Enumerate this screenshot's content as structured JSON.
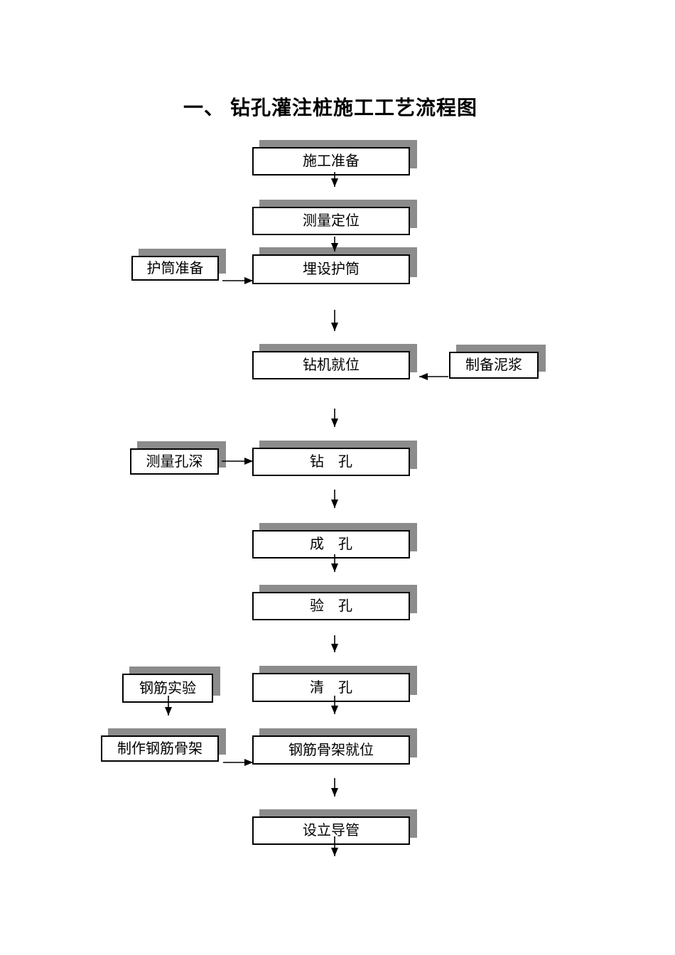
{
  "page": {
    "title": "一、 钻孔灌注桩施工工艺流程图",
    "background": "#ffffff"
  },
  "flowchart": {
    "main_steps": [
      {
        "id": "construction-preparation",
        "label": "施工准备"
      },
      {
        "id": "survey-positioning",
        "label": "测量定位"
      },
      {
        "id": "embed-casing",
        "label": "埋设护筒"
      },
      {
        "id": "drill-rig-in-place",
        "label": "钻机就位"
      },
      {
        "id": "drilling",
        "label": "钻　孔"
      },
      {
        "id": "hole-completion",
        "label": "成　孔"
      },
      {
        "id": "hole-inspection",
        "label": "验　孔"
      },
      {
        "id": "hole-cleaning",
        "label": "清　孔"
      },
      {
        "id": "rebar-cage-in-place",
        "label": "钢筋骨架就位"
      },
      {
        "id": "install-conduit",
        "label": "设立导管"
      }
    ],
    "side_steps": [
      {
        "id": "casing-preparation",
        "label": "护筒准备"
      },
      {
        "id": "slurry-preparation",
        "label": "制备泥浆"
      },
      {
        "id": "measure-hole-depth",
        "label": "测量孔深"
      },
      {
        "id": "rebar-test",
        "label": "钢筋实验"
      },
      {
        "id": "fabricate-rebar-cage",
        "label": "制作钢筋骨架"
      }
    ],
    "edges": [
      {
        "from": "施工准备",
        "to": "测量定位",
        "direction": "down"
      },
      {
        "from": "测量定位",
        "to": "埋设护筒",
        "direction": "down"
      },
      {
        "from": "护筒准备",
        "to": "埋设护筒",
        "direction": "right"
      },
      {
        "from": "埋设护筒",
        "to": "钻机就位",
        "direction": "down"
      },
      {
        "from": "制备泥浆",
        "to": "钻机就位",
        "direction": "left"
      },
      {
        "from": "钻机就位",
        "to": "钻孔",
        "direction": "down"
      },
      {
        "from": "测量孔深",
        "to": "钻孔",
        "direction": "right"
      },
      {
        "from": "钻孔",
        "to": "成孔",
        "direction": "down"
      },
      {
        "from": "成孔",
        "to": "验孔",
        "direction": "down"
      },
      {
        "from": "验孔",
        "to": "清孔",
        "direction": "down"
      },
      {
        "from": "钢筋实验",
        "to": "制作钢筋骨架",
        "direction": "down"
      },
      {
        "from": "清孔",
        "to": "钢筋骨架就位",
        "direction": "down"
      },
      {
        "from": "制作钢筋骨架",
        "to": "钢筋骨架就位",
        "direction": "right"
      },
      {
        "from": "钢筋骨架就位",
        "to": "设立导管",
        "direction": "down"
      },
      {
        "from": "设立导管",
        "to": "",
        "direction": "down"
      }
    ],
    "colors": {
      "box_fill": "#ffffff",
      "box_border": "#000000",
      "box_shadow": "#8c8c8c",
      "arrow": "#000000",
      "text": "#000000"
    }
  }
}
